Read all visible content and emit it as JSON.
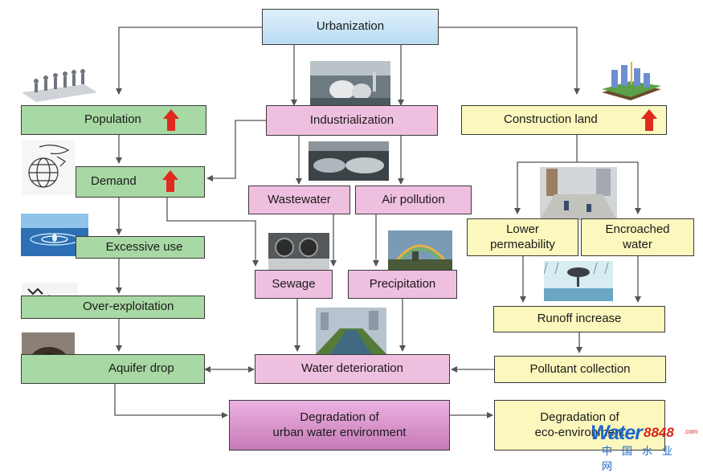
{
  "boxes": {
    "urbanization": "Urbanization",
    "population": "Population",
    "industrialization": "Industrialization",
    "construction_land": "Construction land",
    "demand": "Demand",
    "wastewater": "Wastewater",
    "air_pollution": "Air pollution",
    "lower_permeability": "Lower\npermeability",
    "encroached_water": "Encroached\nwater",
    "excessive_use": "Excessive use",
    "sewage": "Sewage",
    "precipitation": "Precipitation",
    "over_exploitation": "Over-exploitation",
    "runoff_increase": "Runoff increase",
    "aquifer_drop": "Aquifer drop",
    "water_deterioration": "Water deterioration",
    "pollutant_collection": "Pollutant collection",
    "degradation_urban": "Degradation of\nurban water environment",
    "degradation_eco": "Degradation of\neco-environment"
  },
  "watermark": {
    "brand": "Water",
    "number": "8848",
    "suffix": ".com",
    "chinese": "中国水业网"
  },
  "colors": {
    "blue": "#c6e4f6",
    "green": "#a8d8a4",
    "pink": "#efbfe0",
    "yellow": "#fbf7bd",
    "magenta": "#d690c8",
    "increase_arrow": "#e02a1d"
  },
  "icons": [
    "population-figures-icon",
    "globe-sketch-icon",
    "water-drop-photo",
    "wellhead-sketch-icon",
    "sinkhole-photo",
    "industrial-plant-photo",
    "treatment-ponds-photo",
    "sewage-outfall-photo",
    "rainbow-city-photo",
    "polluted-river-photo",
    "construction-land-icon",
    "construction-site-photo",
    "flood-sketch-icon"
  ]
}
